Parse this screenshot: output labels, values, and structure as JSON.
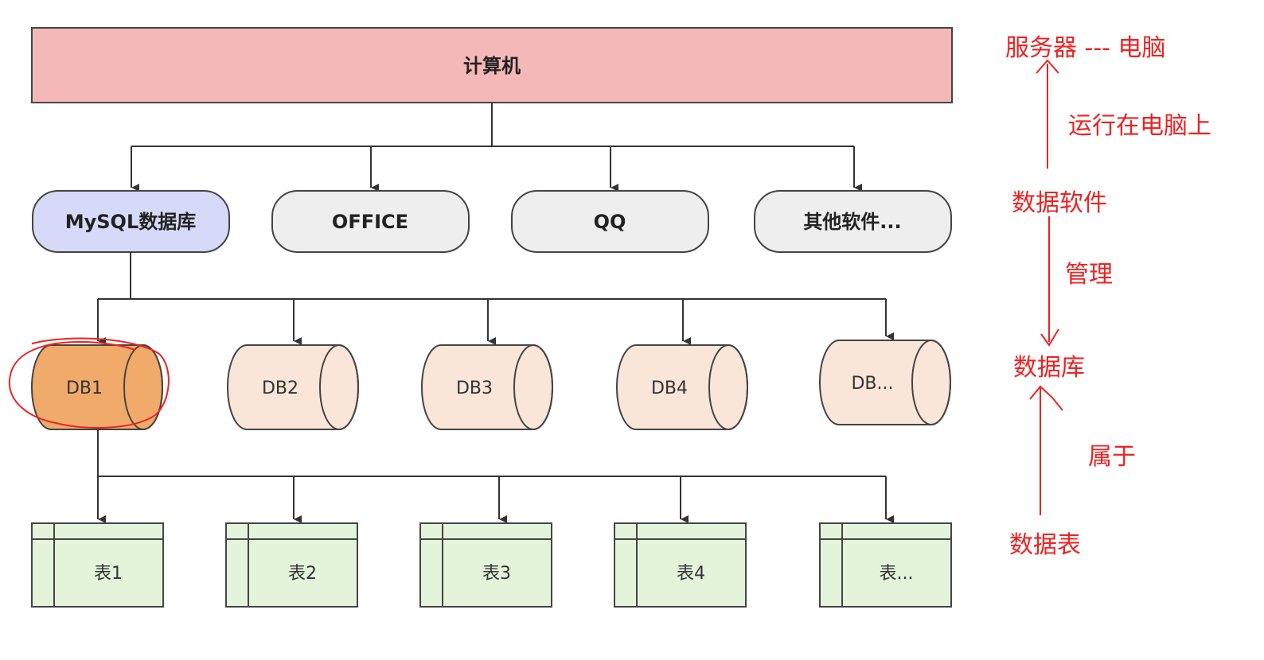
{
  "diagram": {
    "computer": {
      "label": "计算机",
      "fill": "#f4b8b8",
      "stroke": "#444444"
    },
    "software": [
      {
        "label": "MySQL数据库",
        "fill": "#d6daf8"
      },
      {
        "label": "OFFICE",
        "fill": "#eeeeee"
      },
      {
        "label": "QQ",
        "fill": "#eeeeee"
      },
      {
        "label": "其他软件...",
        "fill": "#eeeeee"
      }
    ],
    "databases": [
      {
        "label": "DB1",
        "fill": "#f0ab6a",
        "highlighted": true
      },
      {
        "label": "DB2",
        "fill": "#fae6d8",
        "highlighted": false
      },
      {
        "label": "DB3",
        "fill": "#fae6d8",
        "highlighted": false
      },
      {
        "label": "DB4",
        "fill": "#fae6d8",
        "highlighted": false
      },
      {
        "label": "DB...",
        "fill": "#fae6d8",
        "highlighted": false
      }
    ],
    "tables": [
      {
        "label": "表1"
      },
      {
        "label": "表2"
      },
      {
        "label": "表3"
      },
      {
        "label": "表4"
      },
      {
        "label": "表..."
      }
    ],
    "table_fill": "#e3f4db",
    "line_color": "#333333",
    "annotation_color": "#ee2222"
  },
  "annotations": {
    "server": "服务器 --- 电脑",
    "runs_on": "运行在电脑上",
    "data_software": "数据软件",
    "manages": "管理",
    "database": "数据库",
    "belongs_to": "属于",
    "data_table": "数据表"
  }
}
